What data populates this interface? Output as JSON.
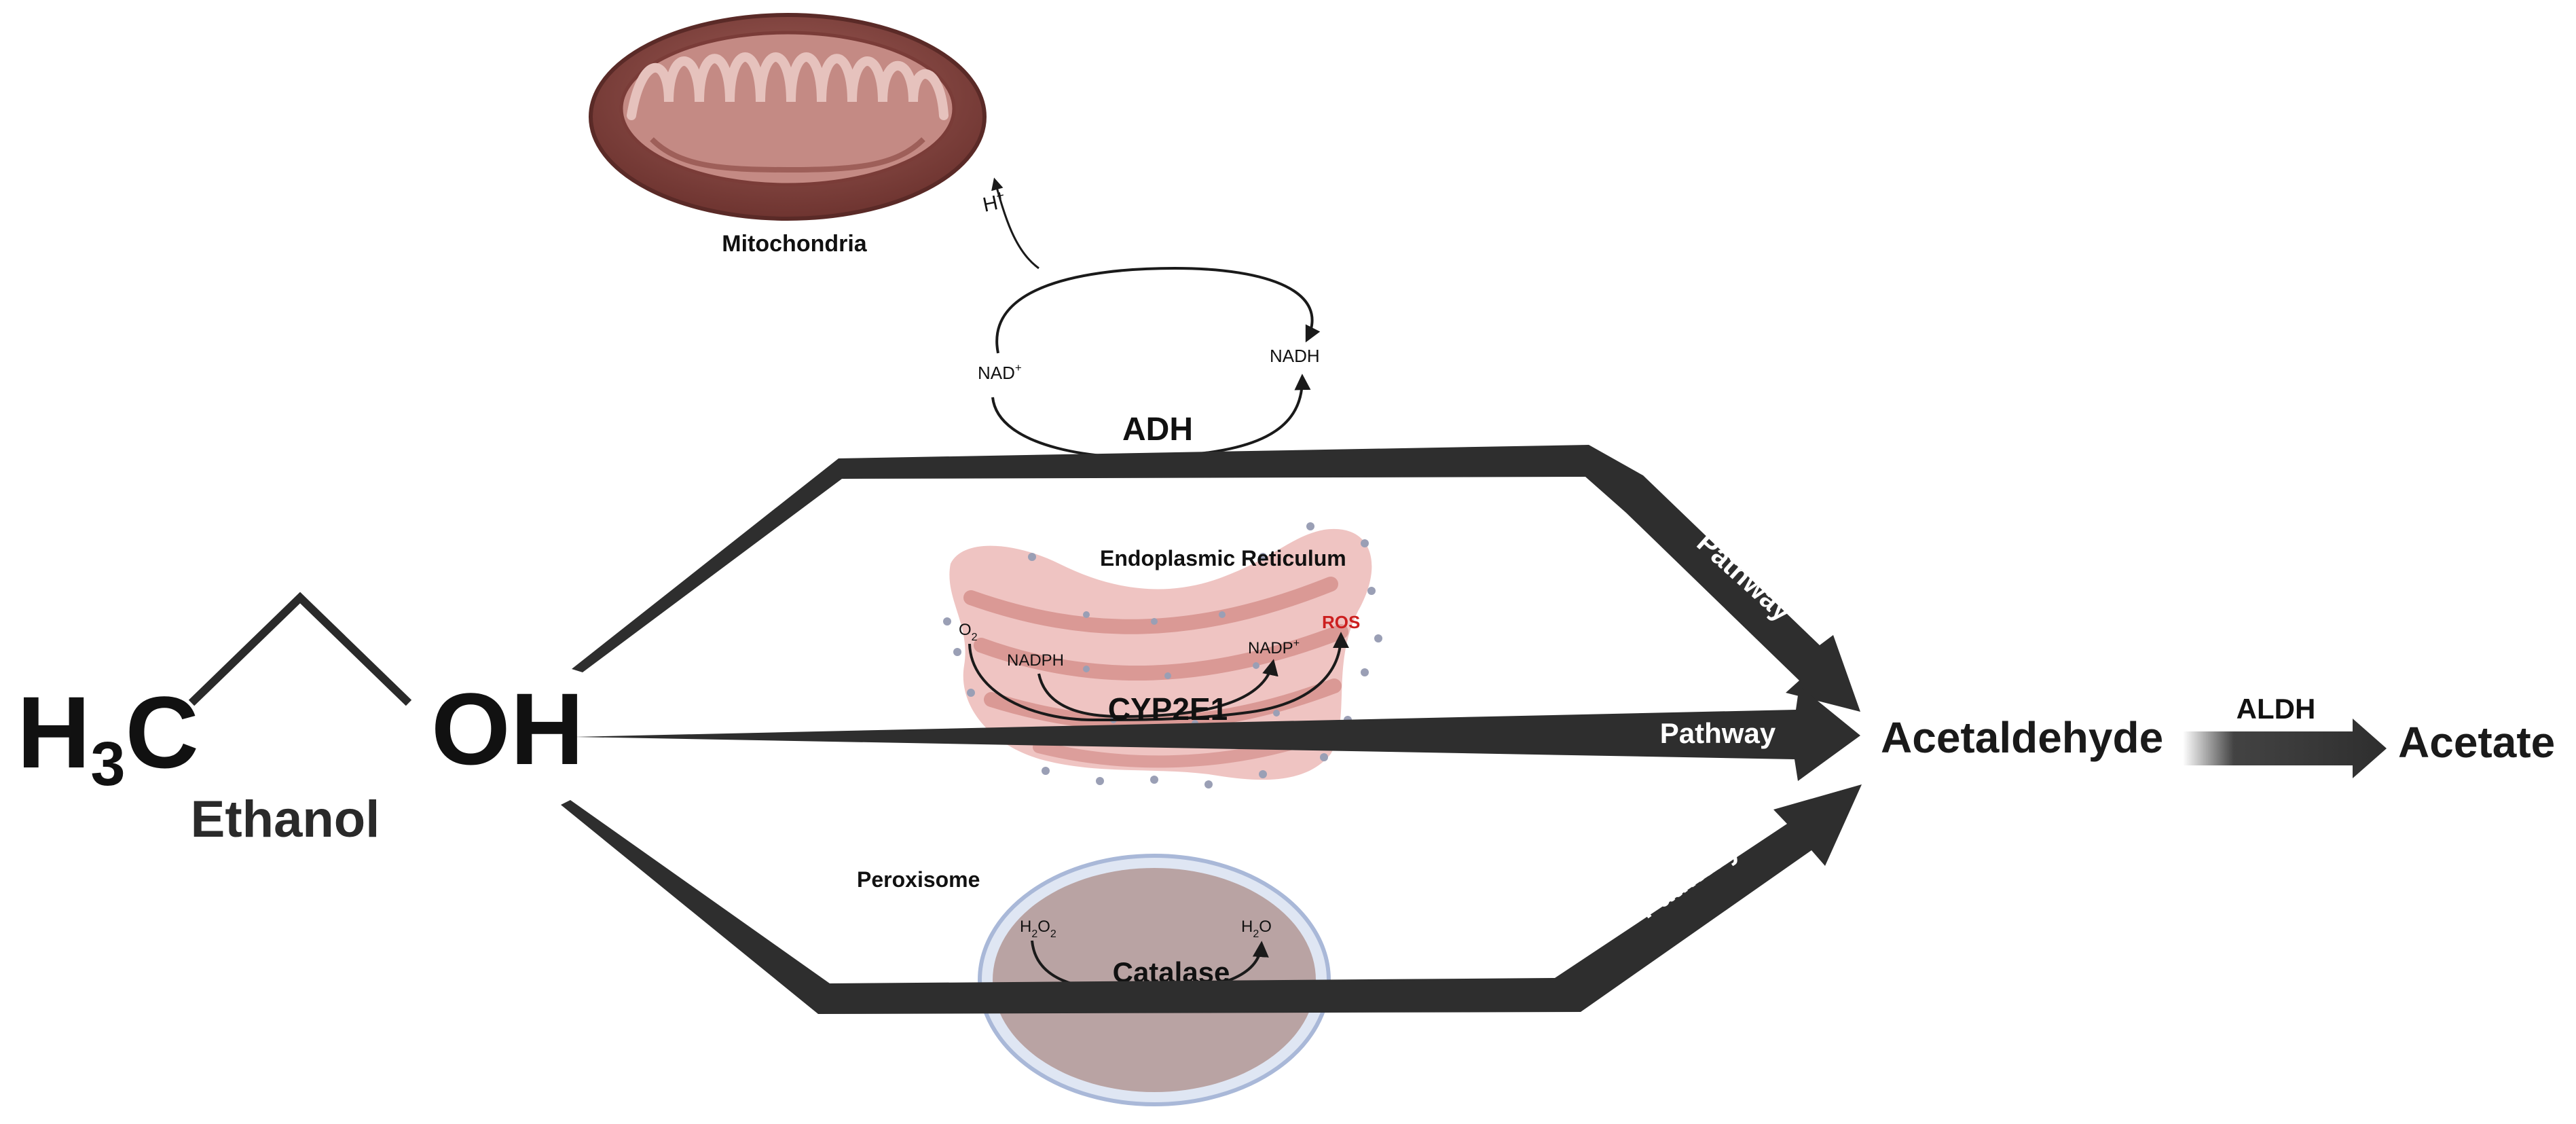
{
  "molecule": {
    "left_group": "H",
    "left_sub": "3",
    "left_tail": "C",
    "right_group": "OH",
    "name": "Ethanol"
  },
  "mitochondria": {
    "label": "Mitochondria",
    "proton": "H",
    "proton_sup": "+"
  },
  "adh": {
    "enzyme": "ADH",
    "cofactor_in": "NAD",
    "cofactor_in_sup": "+",
    "cofactor_out": "NADH"
  },
  "er": {
    "label": "Endoplasmic Reticulum",
    "enzyme": "CYP2E1",
    "o2": "O",
    "o2_sub": "2",
    "nadph": "NADPH",
    "nadp": "NADP",
    "nadp_sup": "+",
    "ros": "ROS"
  },
  "peroxisome": {
    "label": "Peroxisome",
    "enzyme": "Catalase",
    "h2o2_a": "H",
    "h2o2_sub1": "2",
    "h2o2_b": "O",
    "h2o2_sub2": "2",
    "h2o_a": "H",
    "h2o_sub": "2",
    "h2o_b": "O"
  },
  "pathways": {
    "top_label": "Pathway",
    "middle_label": "Pathway",
    "bottom_label": "Pathway"
  },
  "products": {
    "intermediate": "Acetaldehyde",
    "enzyme": "ALDH",
    "final": "Acetate"
  },
  "colors": {
    "arrow": "#2e2e2e",
    "mito_outer": "#8c4a45",
    "mito_inner": "#b87d78",
    "er": "#e8a9a6",
    "peroxisome_fill": "#b9a3a3",
    "peroxisome_ring": "#a9b8d8",
    "ros": "#cc1f1f"
  }
}
